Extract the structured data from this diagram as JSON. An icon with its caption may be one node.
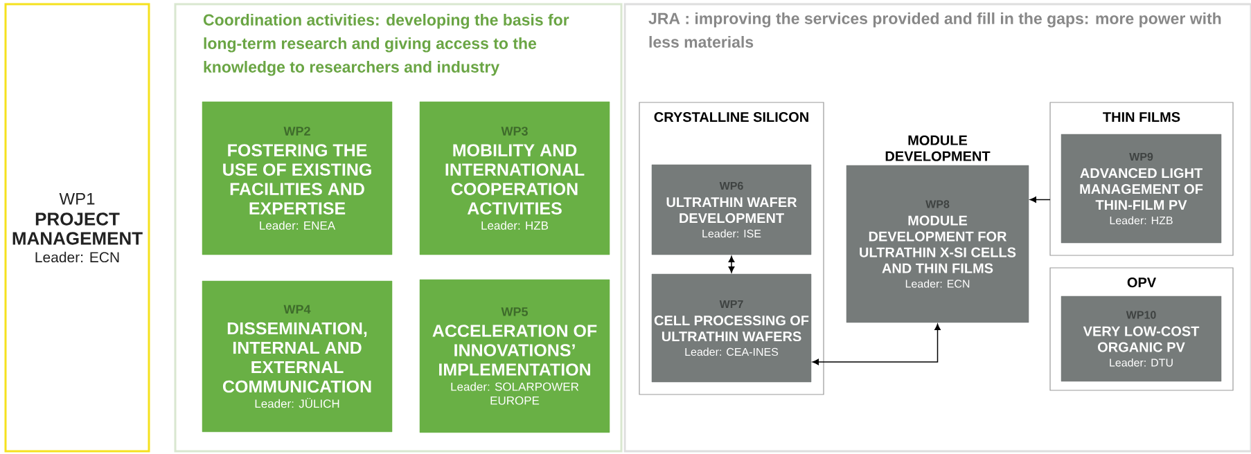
{
  "diagram": {
    "nodes": [
      {
        "text": [
          "WP1",
          "PROJECT MANAGEMENT",
          "Leader: ECN"
        ]
      },
      {
        "text": [
          "Coordination activities: developing the basis for long-term research and giving access to the knowledge to researchers and industry"
        ]
      },
      {
        "text": [
          "WP2",
          "FOSTERING THE USE OF EXISTING FACILITIES AND EXPERTISE",
          "Leader: ENEA"
        ],
        "in": 1
      },
      {
        "text": [
          "WP3",
          "MOBILITY AND INTERNATIONAL COOPERATION ACTIVITIES",
          "Leader: HZB"
        ],
        "in": 1
      },
      {
        "text": [
          "WP4",
          "DISSEMINATION, INTERNAL AND EXTERNAL COMMUNICATION",
          "Leader: JÜLICH"
        ],
        "in": 1
      },
      {
        "text": [
          "WP5",
          "ACCELERATION OF INNOVATIONS’ IMPLEMENTATION",
          "Leader: SOLARPOWER EUROPE"
        ],
        "in": 1
      },
      {
        "text": [
          "JRA : improving the services provided and fill in the gaps: more power with less materials"
        ]
      },
      {
        "text": [
          "CRYSTALLINE SILICON"
        ],
        "in": 6
      },
      {
        "text": [
          "WP6",
          "ULTRATHIN WAFER DEVELOPMENT",
          "Leader: ISE"
        ],
        "in": 7
      },
      {
        "text": [
          "WP7",
          "CELL PROCESSING OF ULTRATHIN WAFERS",
          "Leader: CEA-INES"
        ],
        "in": 7
      },
      {
        "text": [
          "MODULE DEVELOPMENT",
          "WP8",
          "MODULE DEVELOPMENT FOR ULTRATHIN X-SI CELLS AND THIN FILMS",
          "Leader: ECN"
        ],
        "in": 6
      },
      {
        "text": [
          "THIN FILMS"
        ],
        "in": 6
      },
      {
        "text": [
          "WP9",
          "ADVANCED LIGHT MANAGEMENT OF THIN-FILM PV",
          "Leader: HZB"
        ],
        "in": 11
      },
      {
        "text": [
          "OPV"
        ],
        "in": 6
      },
      {
        "text": [
          "WP10",
          "VERY LOW-COST ORGANIC PV",
          "Leader: DTU"
        ],
        "in": 13
      }
    ],
    "edges": [
      {
        "from": 8,
        "to": 9,
        "arrow": "both"
      },
      {
        "from": 11,
        "to": 10,
        "arrow": "to"
      },
      {
        "from": 9,
        "to": 10,
        "arrow": "both"
      }
    ]
  }
}
